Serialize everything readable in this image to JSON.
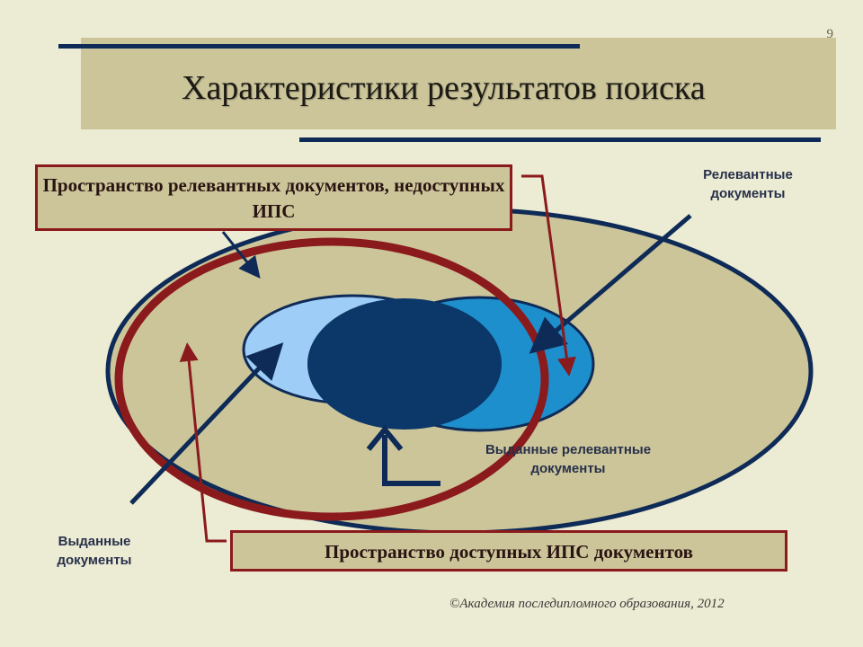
{
  "slide": {
    "page_number": "9",
    "title": "Характеристики результатов поиска"
  },
  "diagram": {
    "callouts": {
      "relevant_inaccessible": "Пространство релевантных документов, недоступных ИПС",
      "accessible": "Пространство доступных ИПС документов"
    },
    "labels": {
      "relevant": "Релевантные документы",
      "issued_relevant": "Выданные релевантные документы",
      "issued": "Выданные документы"
    }
  },
  "footer": {
    "copyright": "©Академия последипломного образования, 2012"
  },
  "colors": {
    "background": "#ecebd3",
    "band": "#ccc59a",
    "navy": "#0e2b57",
    "dark_red": "#8b1a1c",
    "light_blue": "#9ecdf7",
    "medium_blue": "#1d8fcc",
    "intersection": "#0b3769"
  }
}
